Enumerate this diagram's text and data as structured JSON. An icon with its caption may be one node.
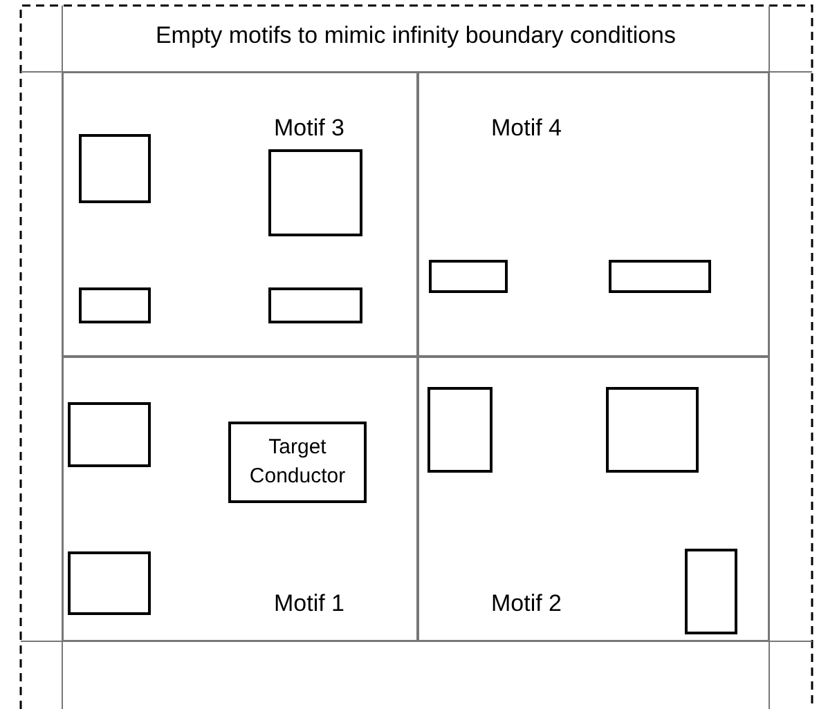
{
  "diagram": {
    "title": "Empty motifs to mimic infinity boundary conditions",
    "nodes": [
      {
        "text": [
          "Motif 3"
        ]
      },
      {
        "text": [],
        "shape": "box",
        "in": 0
      },
      {
        "text": [],
        "shape": "box",
        "in": 0
      },
      {
        "text": [],
        "shape": "box",
        "in": 0
      },
      {
        "text": [],
        "shape": "box",
        "in": 0
      },
      {
        "text": [
          "Motif 4"
        ]
      },
      {
        "text": [],
        "shape": "box",
        "in": 5
      },
      {
        "text": [],
        "shape": "box",
        "in": 5
      },
      {
        "text": [
          "Motif 1"
        ]
      },
      {
        "text": [],
        "shape": "box",
        "in": 8
      },
      {
        "text": [
          "Target Conductor"
        ],
        "in": 8
      },
      {
        "text": [],
        "shape": "box",
        "in": 8
      },
      {
        "text": [
          "Motif 2"
        ]
      },
      {
        "text": [],
        "shape": "box",
        "in": 12
      },
      {
        "text": [],
        "shape": "box",
        "in": 12
      },
      {
        "text": [],
        "shape": "box",
        "in": 12
      }
    ]
  }
}
